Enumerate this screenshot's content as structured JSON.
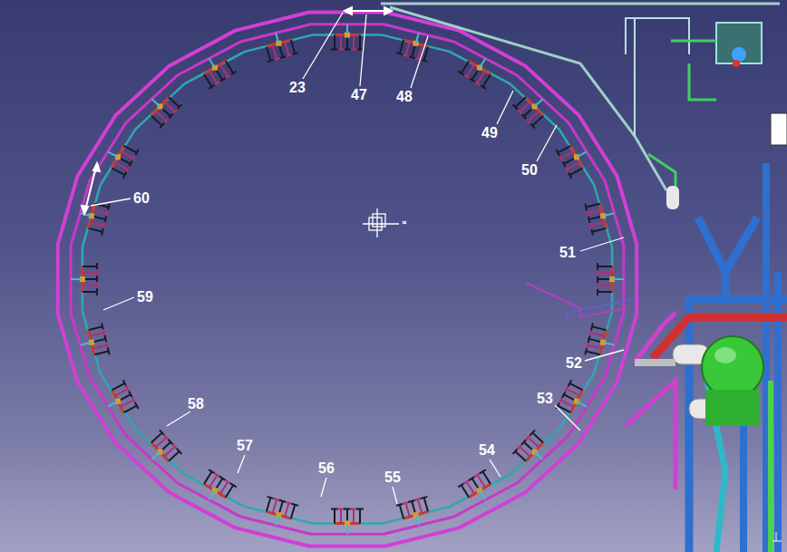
{
  "diagram": {
    "labels": [
      "23",
      "47",
      "48",
      "49",
      "50",
      "60",
      "51",
      "59",
      "52",
      "53",
      "58",
      "57",
      "54",
      "56",
      "55"
    ]
  }
}
